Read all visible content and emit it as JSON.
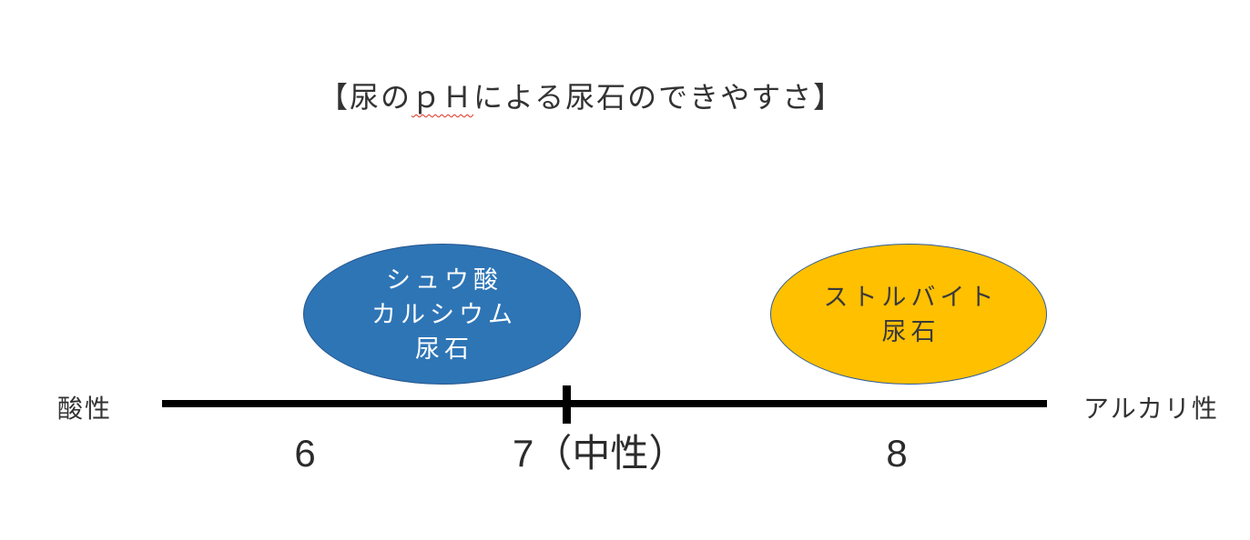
{
  "title": {
    "prefix": "【尿の",
    "ph_term": "ｐＨ",
    "suffix": "による尿石のできやすさ】",
    "spellcheck_underline_color": "#e03020"
  },
  "axis": {
    "left_label": "酸性",
    "right_label": "アルカリ性",
    "tick_labels": [
      "6",
      "7（中性）",
      "8"
    ],
    "line_color": "#000000"
  },
  "shapes": {
    "oxalate": {
      "label_lines": [
        "シュウ酸",
        "カルシウム",
        "尿石"
      ],
      "fill": "#2E75B6",
      "border": "#24558C",
      "text_color": "#FFFFFF"
    },
    "struvite": {
      "label_lines": [
        "ストルバイト",
        "尿石"
      ],
      "fill": "#FFC000",
      "border": "#2E5B97",
      "text_color": "#3A3A3A"
    }
  }
}
